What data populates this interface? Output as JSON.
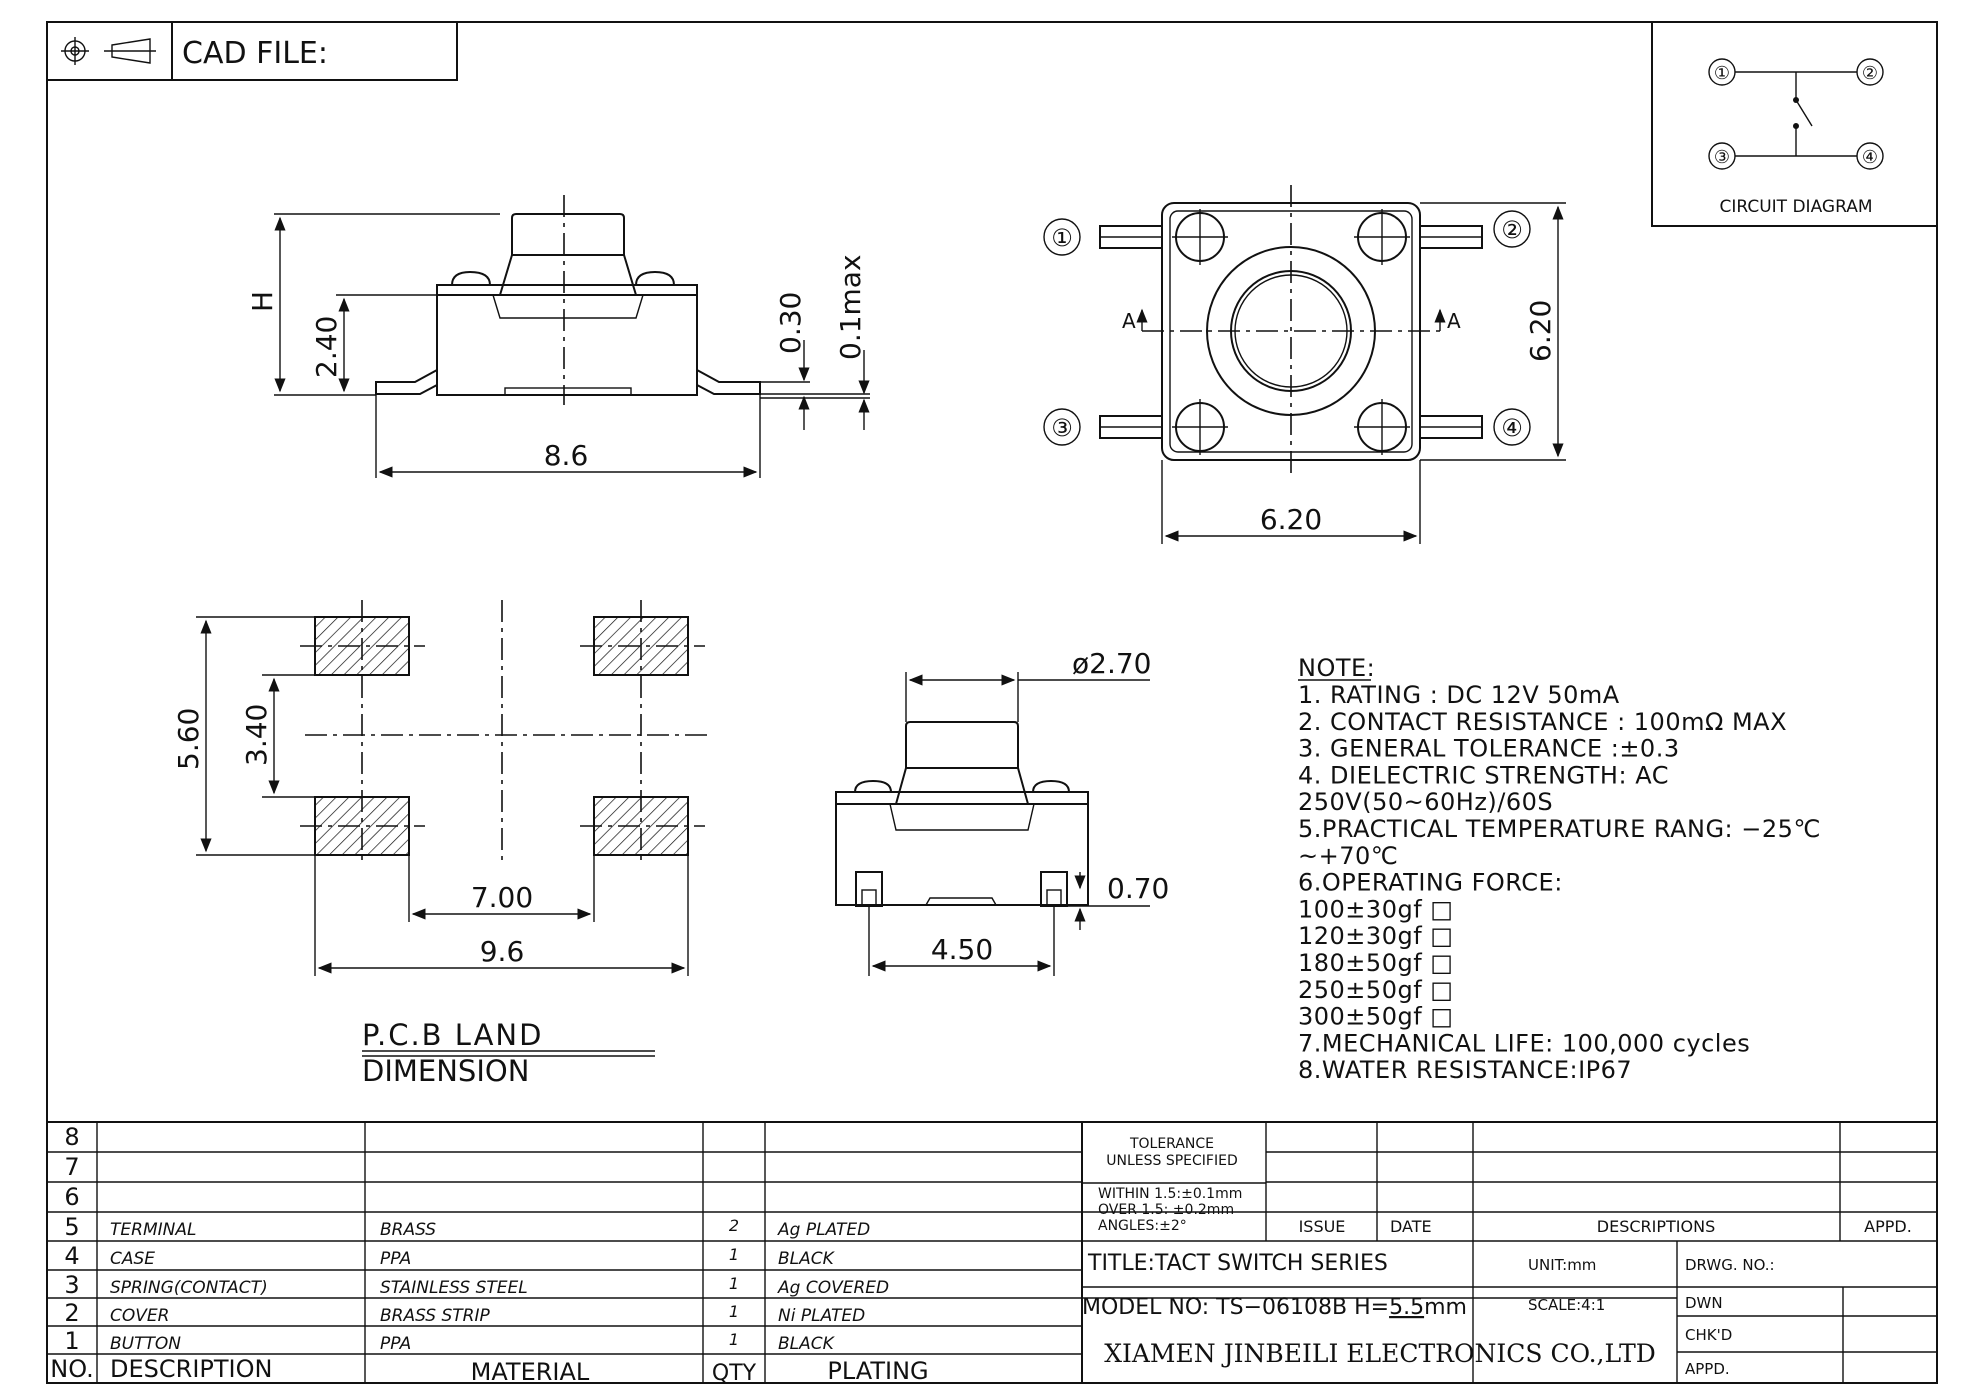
{
  "header": {
    "cad_label": "CAD FILE:"
  },
  "circuit": {
    "title": "CIRCUIT DIAGRAM",
    "pins": [
      "①",
      "②",
      "③",
      "④"
    ]
  },
  "dimensions": {
    "side_H": "H",
    "side_2_40": "2.40",
    "side_0_30": "0.30",
    "side_0_1max": "0.1max",
    "side_8_6": "8.6",
    "top_6_20_v": "6.20",
    "top_6_20_h": "6.20",
    "top_A_left": "A",
    "top_A_right": "A",
    "pcb_5_60": "5.60",
    "pcb_3_40": "3.40",
    "pcb_7_00": "7.00",
    "pcb_9_6": "9.6",
    "front_dia": "ø2.70",
    "front_0_70": "0.70",
    "front_4_50": "4.50"
  },
  "pcb_title": {
    "line1": "P.C.B  LAND",
    "line2": "DIMENSION"
  },
  "notes": {
    "heading": "NOTE:",
    "lines": [
      "1. RATING : DC 12V   50mA",
      "2. CONTACT RESISTANCE : 100mΩ MAX",
      "3. GENERAL TOLERANCE :±0.3",
      "4. DIELECTRIC STRENGTH:  AC",
      "250V(50~60Hz)/60S",
      "5.PRACTICAL TEMPERATURE RANG: −25℃",
      "~+70℃",
      "6.OPERATING FORCE:",
      "100±30gf    □",
      "120±30gf    □",
      "180±50gf   □",
      "250±50gf   □",
      "300±50gf   □",
      "7.MECHANICAL LIFE: 100,000  cycles",
      "8.WATER RESISTANCE:IP67"
    ]
  },
  "bom": {
    "header": {
      "no": "NO.",
      "description": "DESCRIPTION",
      "material": "MATERIAL",
      "qty": "QTY",
      "plating": "PLATING"
    },
    "rows": [
      {
        "no": "8",
        "description": "",
        "material": "",
        "qty": "",
        "plating": ""
      },
      {
        "no": "7",
        "description": "",
        "material": "",
        "qty": "",
        "plating": ""
      },
      {
        "no": "6",
        "description": "",
        "material": "",
        "qty": "",
        "plating": ""
      },
      {
        "no": "5",
        "description": "TERMINAL",
        "material": "BRASS",
        "qty": "2",
        "plating": "Ag PLATED"
      },
      {
        "no": "4",
        "description": "CASE",
        "material": "PPA",
        "qty": "1",
        "plating": "BLACK"
      },
      {
        "no": "3",
        "description": "SPRING(CONTACT)",
        "material": "STAINLESS STEEL",
        "qty": "1",
        "plating": "Ag COVERED"
      },
      {
        "no": "2",
        "description": "COVER",
        "material": "BRASS STRIP",
        "qty": "1",
        "plating": "Ni PLATED"
      },
      {
        "no": "1",
        "description": "BUTTON",
        "material": "PPA",
        "qty": "1",
        "plating": "BLACK"
      }
    ]
  },
  "title_block": {
    "tolerance_title": "TOLERANCE",
    "tolerance_sub": "UNLESS SPECIFIED",
    "tol_line1": "WITHIN 1.5:±0.1mm",
    "tol_line2": "OVER 1.5:  ±0.2mm",
    "tol_line3": "ANGLES:±2°",
    "issue": "ISSUE",
    "date": "DATE",
    "descriptions": "DESCRIPTIONS",
    "appd": "APPD.",
    "title": "TITLE:TACT  SWITCH  SERIES",
    "unit": "UNIT:mm",
    "drwg_no": "DRWG. NO.:",
    "model_prefix": "MODEL  NO: TS−06108B  H=",
    "model_h": "5.5",
    "model_unit": "mm",
    "scale": "SCALE:4:1",
    "dwn": "DWN",
    "chkd": "CHK'D",
    "appd2": "APPD.",
    "company": "XIAMEN JINBEILI ELECTRONICS CO.,LTD"
  }
}
